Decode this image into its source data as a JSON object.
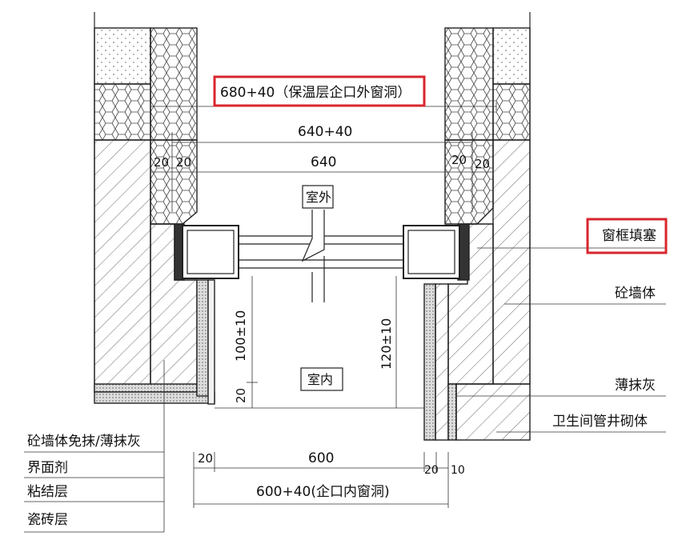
{
  "labels": {
    "insulation_opening": "680+40（保温层企口外窗洞）",
    "dim_640_40": "640+40",
    "dim_640": "640",
    "dim_20_tl": "20",
    "dim_20_tl2": "20",
    "dim_20_tr": "20",
    "dim_20_tr2": "20",
    "outdoor": "室外",
    "indoor": "室内",
    "frame_fill": "窗框填塞",
    "concrete_wall": "砼墙体",
    "thin_plaster": "薄抹灰",
    "bathroom_shaft": "卫生间管井砌体",
    "dim_100": "100±10",
    "dim_120": "120±10",
    "dim_20_left_v": "20",
    "dim_20_bl": "20",
    "dim_600": "600",
    "dim_20_br": "20",
    "dim_10_br": "10",
    "inner_opening": "600+40(企口内窗洞)",
    "legend": [
      "砼墙体免抹/薄抹灰",
      "界面剂",
      "粘结层",
      "瓷砖层"
    ]
  },
  "colors": {
    "highlight": "#d8262c",
    "line": "#222222"
  }
}
